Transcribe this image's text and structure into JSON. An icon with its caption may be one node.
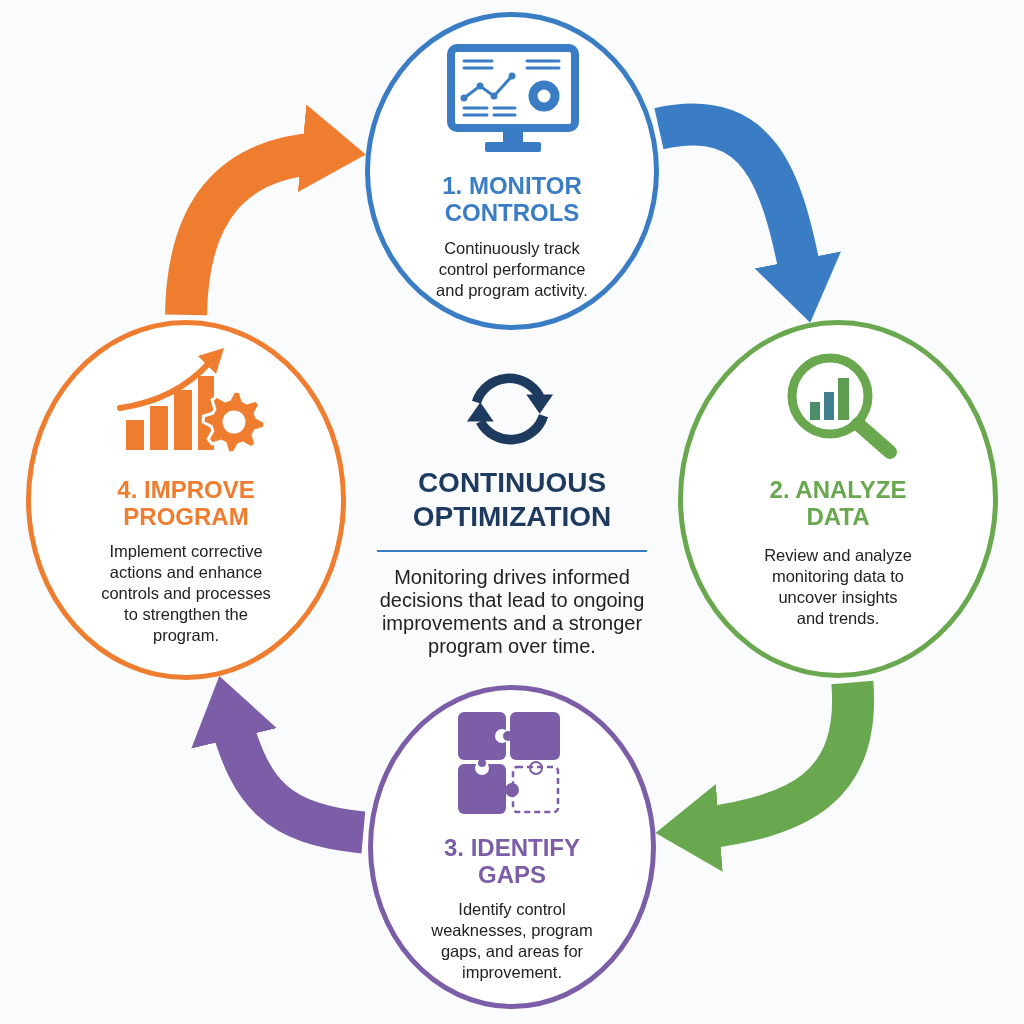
{
  "diagram": {
    "nodes": [
      {
        "text": [
          "1. MONITOR CONTROLS",
          "Continuously track control performance and program activity."
        ]
      },
      {
        "text": [
          "2. ANALYZE DATA",
          "Review and analyze monitoring data to uncover insights and trends."
        ]
      },
      {
        "text": [
          "3. IDENTIFY GAPS",
          "Identify control weaknesses, program gaps, and areas for improvement."
        ]
      },
      {
        "text": [
          "4. IMPROVE PROGRAM",
          "Implement corrective actions and enhance controls and processes to strengthen the program."
        ]
      }
    ],
    "edges": [
      {
        "from": 0,
        "to": 1,
        "arrow": "to",
        "color": "#3a7dc5"
      },
      {
        "from": 1,
        "to": 2,
        "arrow": "to",
        "color": "#6aa84f"
      },
      {
        "from": 2,
        "to": 3,
        "arrow": "to",
        "color": "#7b5ea7"
      },
      {
        "from": 3,
        "to": 0,
        "arrow": "to",
        "color": "#ee7d2f"
      }
    ],
    "labels": [
      "CONTINUOUS OPTIMIZATION",
      "Monitoring drives informed decisions that lead to ongoing improvements and a stronger program over time."
    ]
  }
}
